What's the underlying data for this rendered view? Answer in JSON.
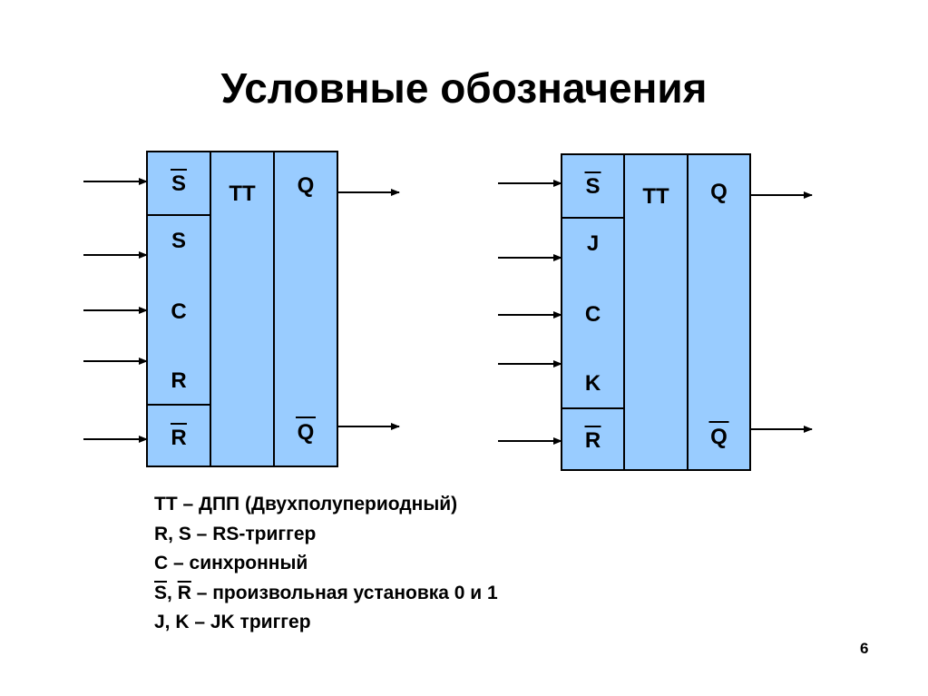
{
  "title": "Условные обозначения",
  "page_number": "6",
  "colors": {
    "block_fill": "#99CCFF",
    "stroke": "#000000"
  },
  "triggers": [
    {
      "inputs": [
        {
          "label": "S",
          "inverted": true
        },
        {
          "label": "S",
          "inverted": false
        },
        {
          "label": "C",
          "inverted": false
        },
        {
          "label": "R",
          "inverted": false
        },
        {
          "label": "R",
          "inverted": true
        }
      ],
      "type": "TT",
      "outputs": [
        {
          "label": "Q",
          "inverted": false
        },
        {
          "label": "Q",
          "inverted": true
        }
      ]
    },
    {
      "inputs": [
        {
          "label": "S",
          "inverted": true
        },
        {
          "label": "J",
          "inverted": false
        },
        {
          "label": "C",
          "inverted": false
        },
        {
          "label": "K",
          "inverted": false
        },
        {
          "label": "R",
          "inverted": true
        }
      ],
      "type": "TT",
      "outputs": [
        {
          "label": "Q",
          "inverted": false
        },
        {
          "label": "Q",
          "inverted": true
        }
      ]
    }
  ],
  "legend": {
    "line1": "TT – ДПП (Двухполупериодный)",
    "line2": "R, S – RS-триггер",
    "line3": "C – синхронный",
    "line4_s": "S",
    "line4_sep": ", ",
    "line4_r": "R",
    "line4_rest": " – произвольная установка 0 и 1",
    "line5": "J, K – JK триггер"
  }
}
